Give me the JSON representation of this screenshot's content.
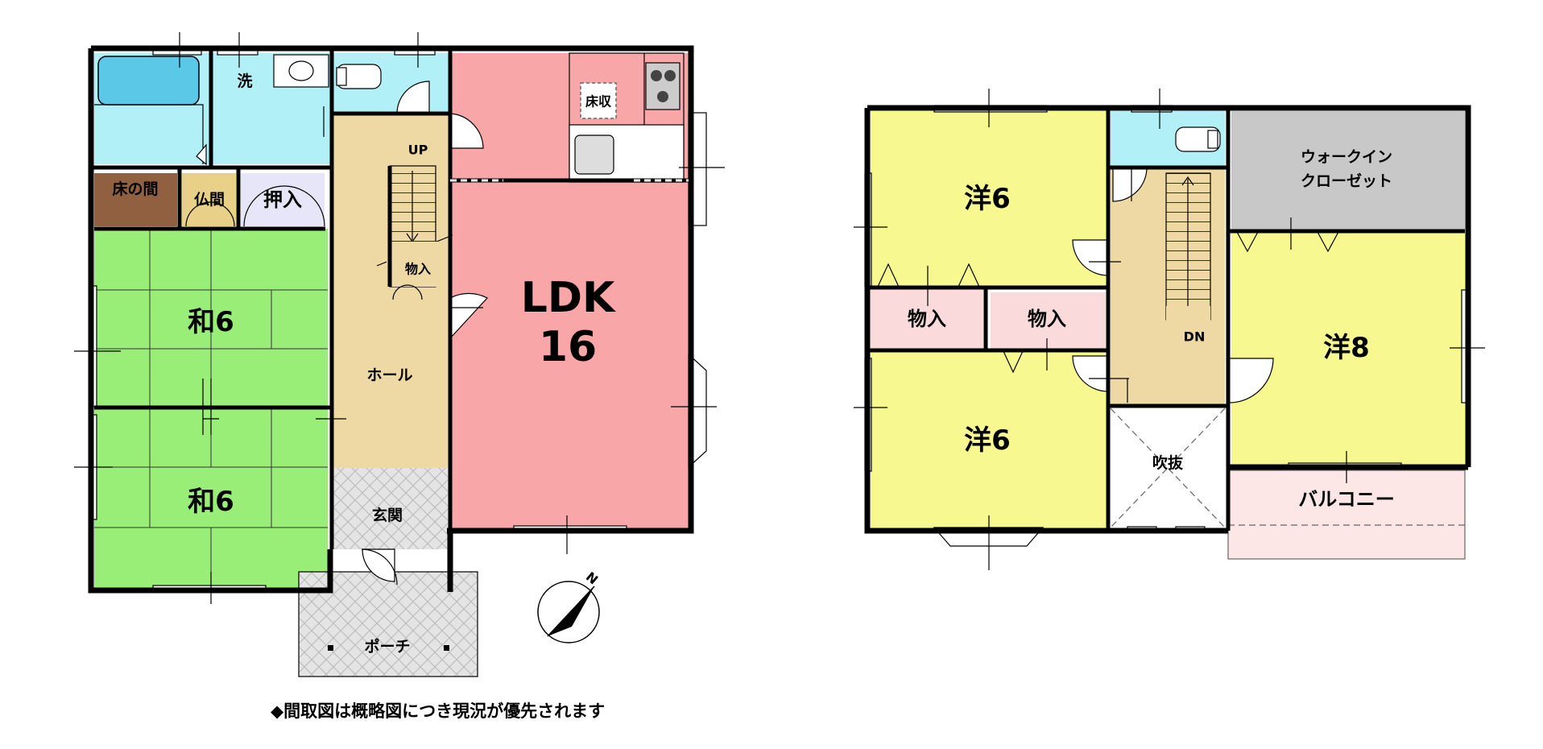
{
  "floor1": {
    "rooms": {
      "ldk_name": "LDK",
      "ldk_size": "16",
      "washitsu_a": "和6",
      "washitsu_b": "和6",
      "tokonoma": "床の間",
      "butsuma": "仏間",
      "oshiire": "押入",
      "wash": "洗",
      "floor_storage": "床収",
      "up": "UP",
      "storage": "物入",
      "hall": "ホール",
      "entrance": "玄関",
      "porch": "ポーチ"
    }
  },
  "floor2": {
    "rooms": {
      "western_a": "洋6",
      "western_b": "洋6",
      "western_c": "洋8",
      "storage_a": "物入",
      "storage_b": "物入",
      "walk_in_line1": "ウォークイン",
      "walk_in_line2": "クローゼット",
      "down": "DN",
      "void": "吹抜",
      "balcony": "バルコニー"
    }
  },
  "compass": {
    "north": "N"
  },
  "note": "◆間取図は概略図につき現況が優先されます",
  "colors": {
    "ldk": "#f9a6a8",
    "washitsu": "#99ee77",
    "western": "#f8f890",
    "wet_area": "#b2f0f8",
    "hall": "#eed8a4",
    "walk_in": "#c8c8c8",
    "storage": "#fadada",
    "oshiire": "#e6e6f8",
    "butsuma": "#e8d088",
    "tokonoma": "#906040",
    "balcony": "#fde6e6",
    "entrance": "#d8d8d8"
  }
}
